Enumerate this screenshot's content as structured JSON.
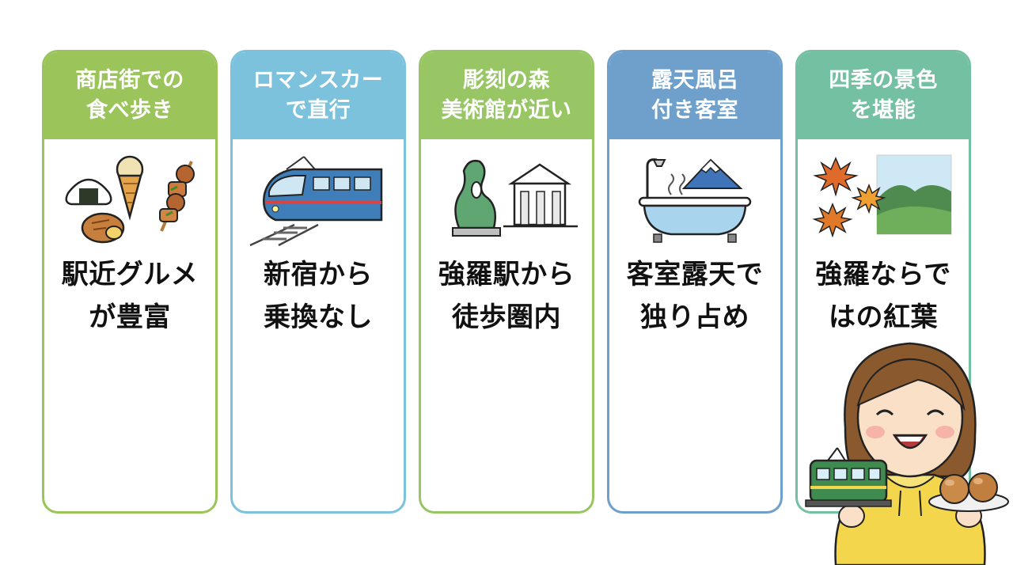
{
  "cards": [
    {
      "header": [
        "商店街での",
        "食べ歩き"
      ],
      "body": [
        "駅近グルメ",
        "が豊富"
      ],
      "color": "#9bc55a",
      "icon": "street-food-icon"
    },
    {
      "header": [
        "ロマンスカー",
        "で直行"
      ],
      "body": [
        "新宿から",
        "乗換なし"
      ],
      "color": "#7cc2dc",
      "icon": "train-icon"
    },
    {
      "header": [
        "彫刻の森",
        "美術館が近い"
      ],
      "body": [
        "強羅駅から",
        "徒歩圏内"
      ],
      "color": "#98c665",
      "icon": "sculpture-museum-icon"
    },
    {
      "header": [
        "露天風呂",
        "付き客室"
      ],
      "body": [
        "客室露天で",
        "独り占め"
      ],
      "color": "#6ea0cb",
      "icon": "bathtub-mount-fuji-icon"
    },
    {
      "header": [
        "四季の景色",
        "を堪能"
      ],
      "body": [
        "強羅ならで",
        "はの紅葉"
      ],
      "color": "#74c0a2",
      "icon": "autumn-leaves-mountain-icon"
    }
  ],
  "illustration": {
    "icon": "smiling-woman-with-train-and-buns-icon"
  }
}
